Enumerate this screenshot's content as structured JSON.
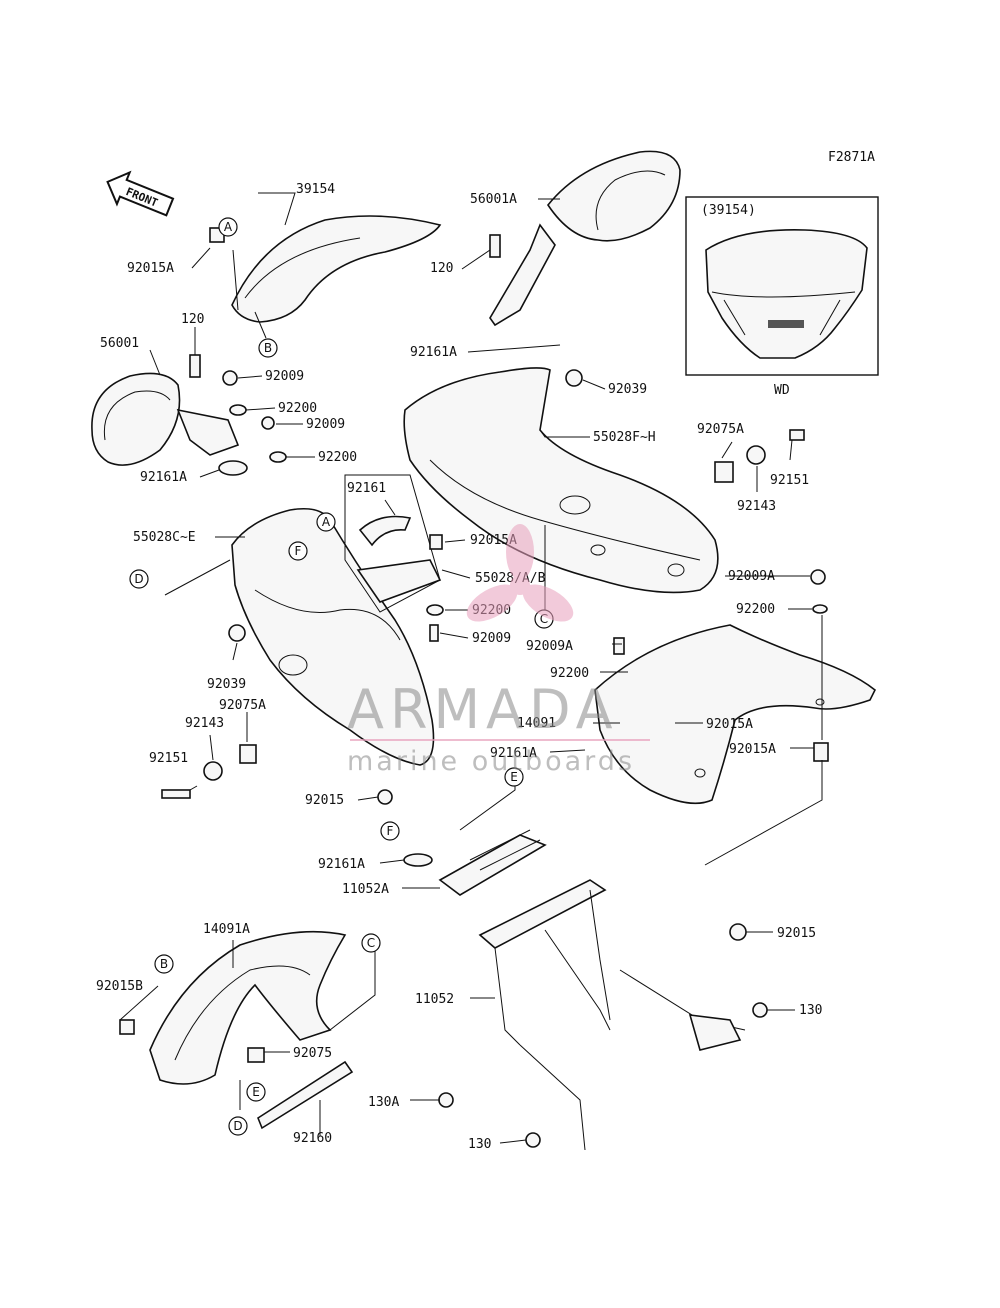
{
  "figure_code": "F2871A",
  "front_label": "FRONT",
  "inset": {
    "part": "(39154)",
    "variant": "WD"
  },
  "watermark": {
    "brand": "ARMADA",
    "tagline": "marine outboards"
  },
  "part_numbers": [
    "39154",
    "56001A",
    "92015A",
    "120",
    "56001",
    "92009",
    "92200",
    "92161A",
    "55028C~E",
    "92039",
    "92143",
    "92075A",
    "92151",
    "92161",
    "55028/A/B",
    "55028F~H",
    "92009A",
    "14091",
    "92015",
    "11052A",
    "14091A",
    "92015B",
    "92075",
    "92160",
    "11052",
    "130A",
    "130"
  ],
  "callout_letters": [
    "A",
    "B",
    "C",
    "D",
    "E",
    "F"
  ],
  "labels": {
    "l_39154": "39154",
    "l_56001A": "56001A",
    "l_92015A_top": "92015A",
    "l_120_right": "120",
    "l_120_left": "120",
    "l_56001": "56001",
    "l_92009_a": "92009",
    "l_92200_a": "92200",
    "l_92009_b": "92009",
    "l_92200_b": "92200",
    "l_92161A_left": "92161A",
    "l_92161A_center": "92161A",
    "l_92039_right": "92039",
    "l_55028FH": "55028F~H",
    "l_92075A_right": "92075A",
    "l_92151_right": "92151",
    "l_92143_right": "92143",
    "l_92161": "92161",
    "l_55028CE": "55028C~E",
    "l_92015A_mid": "92015A",
    "l_55028AB": "55028/A/B",
    "l_92200_mid": "92200",
    "l_92009_mid": "92009",
    "l_92009A_right": "92009A",
    "l_92200_right": "92200",
    "l_92009A_mid": "92009A",
    "l_92200_mid2": "92200",
    "l_92039_left": "92039",
    "l_92143_left": "92143",
    "l_92075A_left": "92075A",
    "l_92151_left": "92151",
    "l_14091": "14091",
    "l_92015A_r1": "92015A",
    "l_92015A_r2": "92015A",
    "l_92161A_low": "92161A",
    "l_92015_left": "92015",
    "l_92161A_f": "92161A",
    "l_11052A": "11052A",
    "l_14091A": "14091A",
    "l_92015_right": "92015",
    "l_92015B": "92015B",
    "l_92075": "92075",
    "l_130_right": "130",
    "l_11052": "11052",
    "l_130A": "130A",
    "l_92160": "92160",
    "l_130_bottom": "130"
  }
}
